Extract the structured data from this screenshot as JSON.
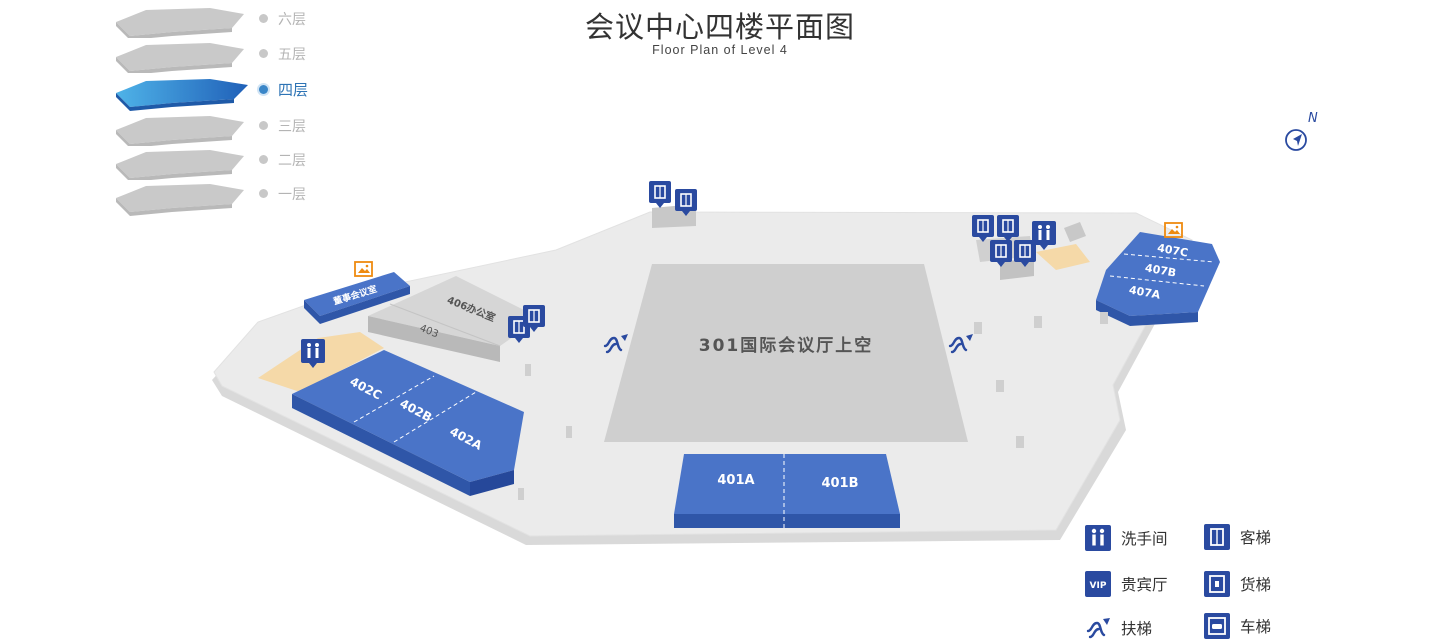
{
  "header": {
    "title": "会议中心四楼平面图",
    "subtitle": "Floor Plan of Level 4"
  },
  "floors": [
    {
      "label": "六层",
      "active": false
    },
    {
      "label": "五层",
      "active": false
    },
    {
      "label": "四层",
      "active": true
    },
    {
      "label": "三层",
      "active": false
    },
    {
      "label": "二层",
      "active": false
    },
    {
      "label": "一层",
      "active": false
    }
  ],
  "rooms": {
    "hall": "301国际会议厅上空",
    "r401a": "401A",
    "r401b": "401B",
    "r402a": "402A",
    "r402b": "402B",
    "r402c": "402C",
    "r403": "403",
    "r406": "406办公室",
    "boardroom": "董事会议室",
    "r407a": "407A",
    "r407b": "407B",
    "r407c": "407C"
  },
  "compass": {
    "label": "N"
  },
  "legend": {
    "restroom": "洗手间",
    "passenger_elevator": "客梯",
    "vip": "贵宾厅",
    "vip_badge": "VIP",
    "freight_elevator": "货梯",
    "escalator": "扶梯",
    "car_elevator": "车梯"
  },
  "colors": {
    "room_blue": "#4a74c8",
    "room_blue_side": "#2f56a8",
    "floor_gray": "#ebebeb",
    "hall_gray": "#cfcfcf",
    "beige": "#f5d9a8",
    "icon_navy": "#2a4aa0",
    "picture_orange": "#ee8a10",
    "active_floor": "#3a86c8"
  }
}
